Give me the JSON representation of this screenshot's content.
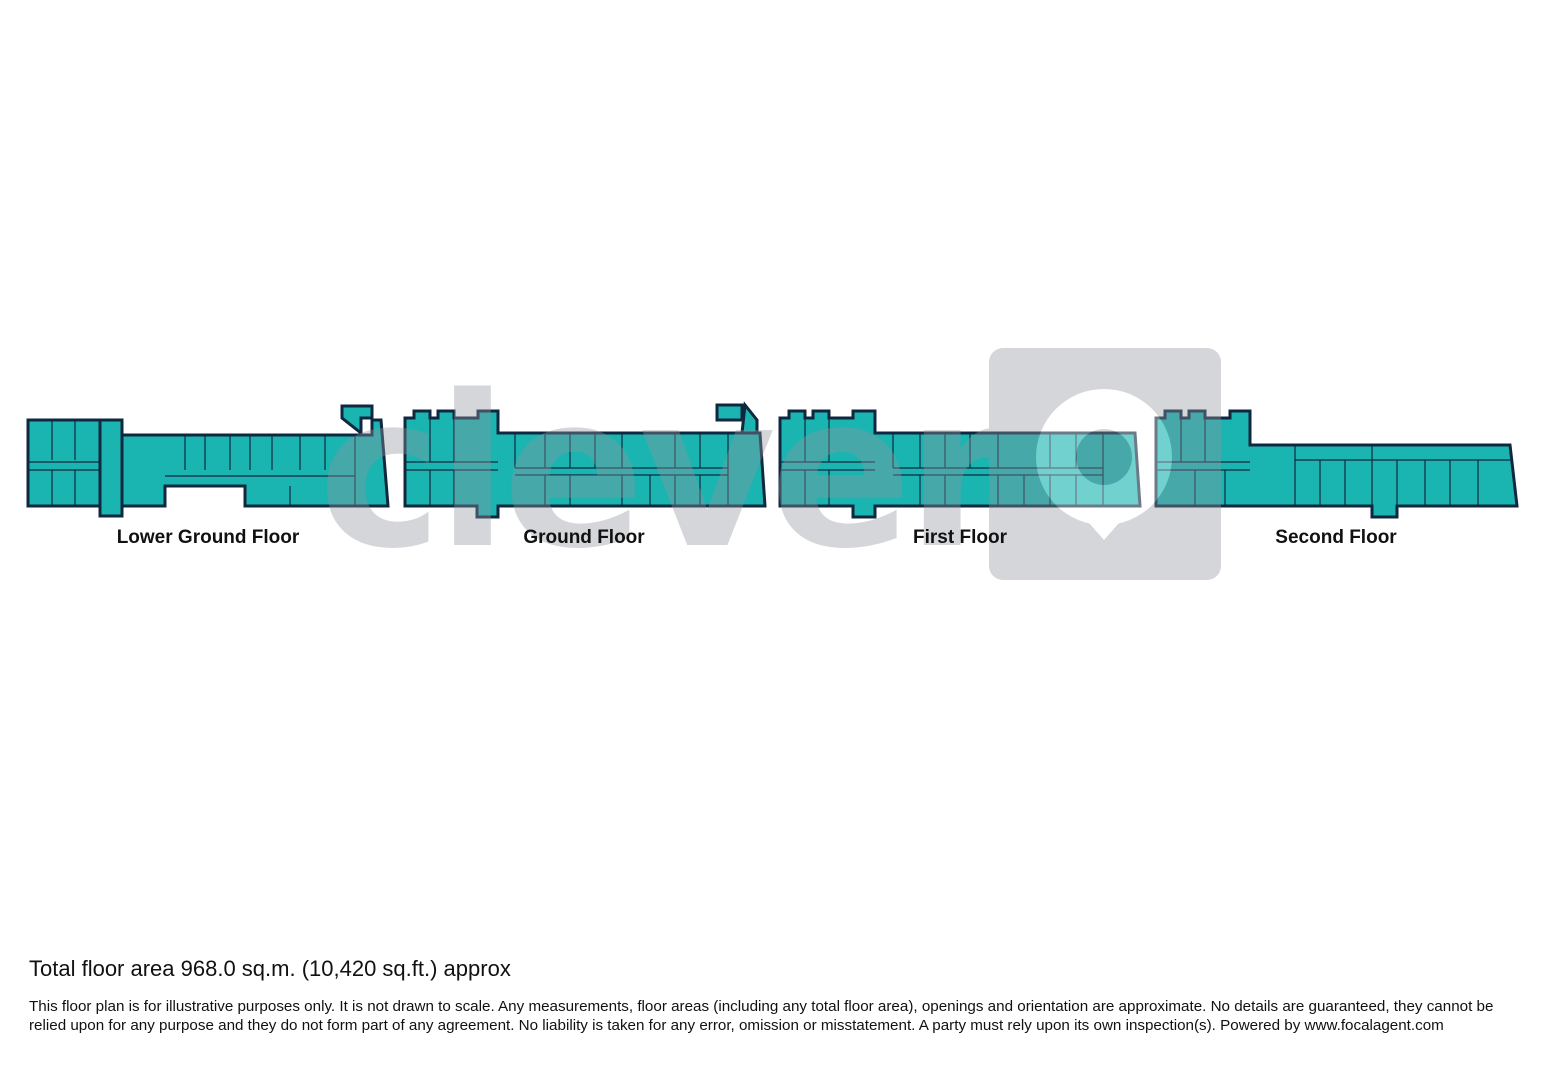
{
  "watermark": {
    "text": "clever"
  },
  "colors": {
    "floor_fill": "#1ab5b0",
    "wall": "#10283f",
    "watermark": "#b9bdc5"
  },
  "floors": [
    {
      "label": "Lower Ground Floor"
    },
    {
      "label": "Ground Floor"
    },
    {
      "label": "First Floor"
    },
    {
      "label": "Second Floor"
    }
  ],
  "footer": {
    "total_area": "Total floor area 968.0 sq.m. (10,420 sq.ft.) approx",
    "disclaimer": "This floor plan is for illustrative purposes only. It is not drawn to scale. Any measurements, floor areas (including any total floor area), openings and orientation are approximate. No details are guaranteed, they cannot be relied upon for any purpose and they do not form part of any agreement. No liability is taken for any error, omission or misstatement. A party must rely upon its own inspection(s). Powered by www.focalagent.com"
  }
}
